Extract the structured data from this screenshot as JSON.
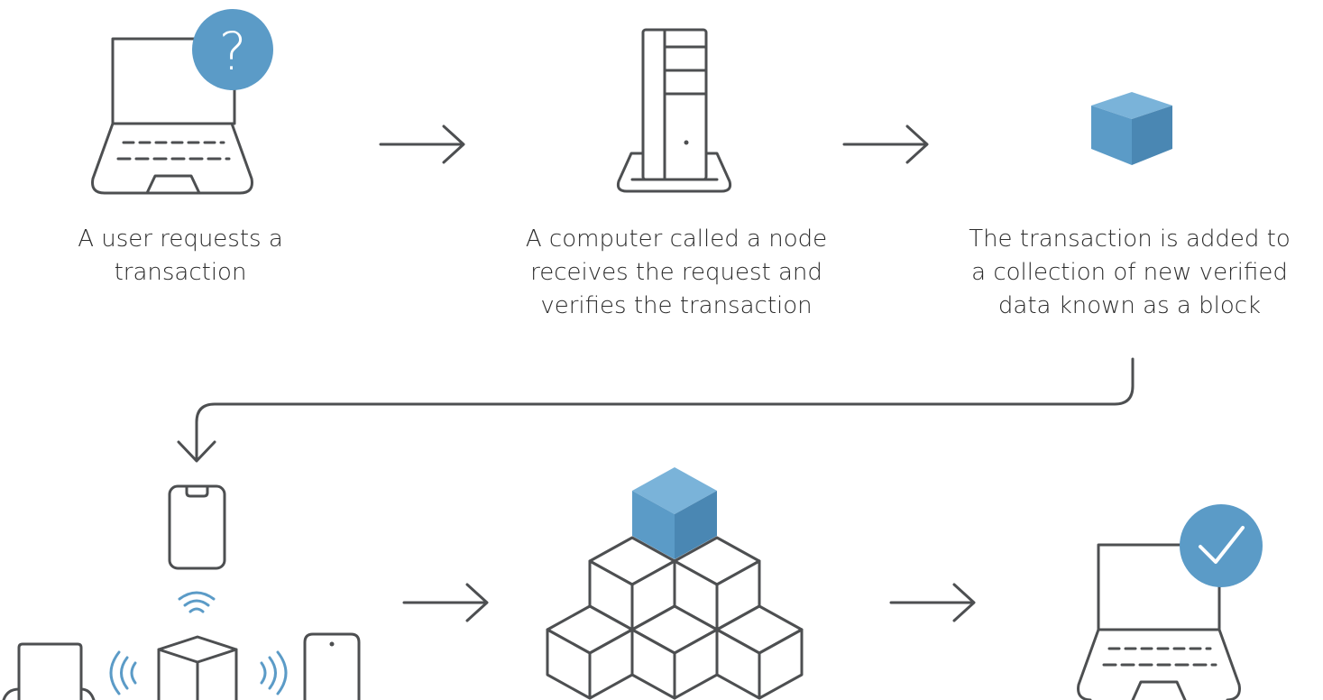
{
  "colors": {
    "stroke": "#4d4f51",
    "accent": "#5b9bc7",
    "accent_dark": "#4a87b3",
    "accent_light": "#7ab3d9",
    "text": "#2b2b2b",
    "background": "#ffffff"
  },
  "steps": [
    {
      "caption": "A user requests a\ntransaction",
      "icon": "laptop-question-icon"
    },
    {
      "caption": "A computer called a node\nreceives the request and\nverifies the transaction",
      "icon": "server-tower-icon"
    },
    {
      "caption": "The transaction is added to\na collection of new verified\ndata known as a block",
      "icon": "cube-icon"
    },
    {
      "caption": "",
      "icon": "network-devices-icon"
    },
    {
      "caption": "",
      "icon": "blockchain-pyramid-icon"
    },
    {
      "caption": "",
      "icon": "laptop-check-icon"
    }
  ]
}
